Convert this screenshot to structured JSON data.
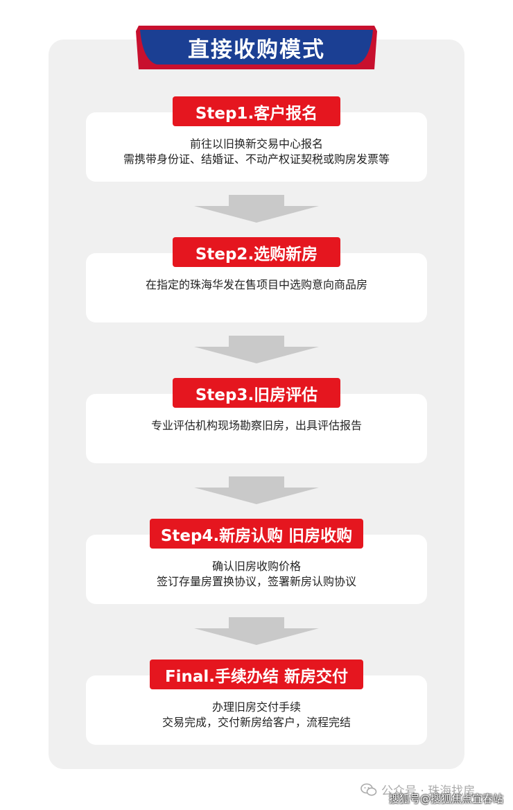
{
  "title": "直接收购模式",
  "colors": {
    "accent": "#e5161f",
    "banner": "#1b3f93",
    "banner_top": "#c8102e",
    "arrow": "#c9c9c9",
    "panel": "#f0f0f0"
  },
  "steps": [
    {
      "label": "Step1.客户报名",
      "lines": [
        "前往以旧换新交易中心报名",
        "需携带身份证、结婚证、不动产权证契税或购房发票等"
      ]
    },
    {
      "label": "Step2.选购新房",
      "lines": [
        "在指定的珠海华发在售项目中选购意向商品房"
      ]
    },
    {
      "label": "Step3.旧房评估",
      "lines": [
        "专业评估机构现场勘察旧房，出具评估报告"
      ]
    },
    {
      "label": "Step4.新房认购 旧房收购",
      "lines": [
        "确认旧房收购价格",
        "签订存量房置换协议，签署新房认购协议"
      ]
    },
    {
      "label": "Final.手续办结 新房交付",
      "lines": [
        "办理旧房交付手续",
        "交易完成，交付新房给客户，流程完结"
      ]
    }
  ],
  "footer": {
    "account": "公众号 · 珠海找房",
    "icon": "wechat-icon"
  },
  "watermark": "搜狐号@搜狐焦点宜春站"
}
